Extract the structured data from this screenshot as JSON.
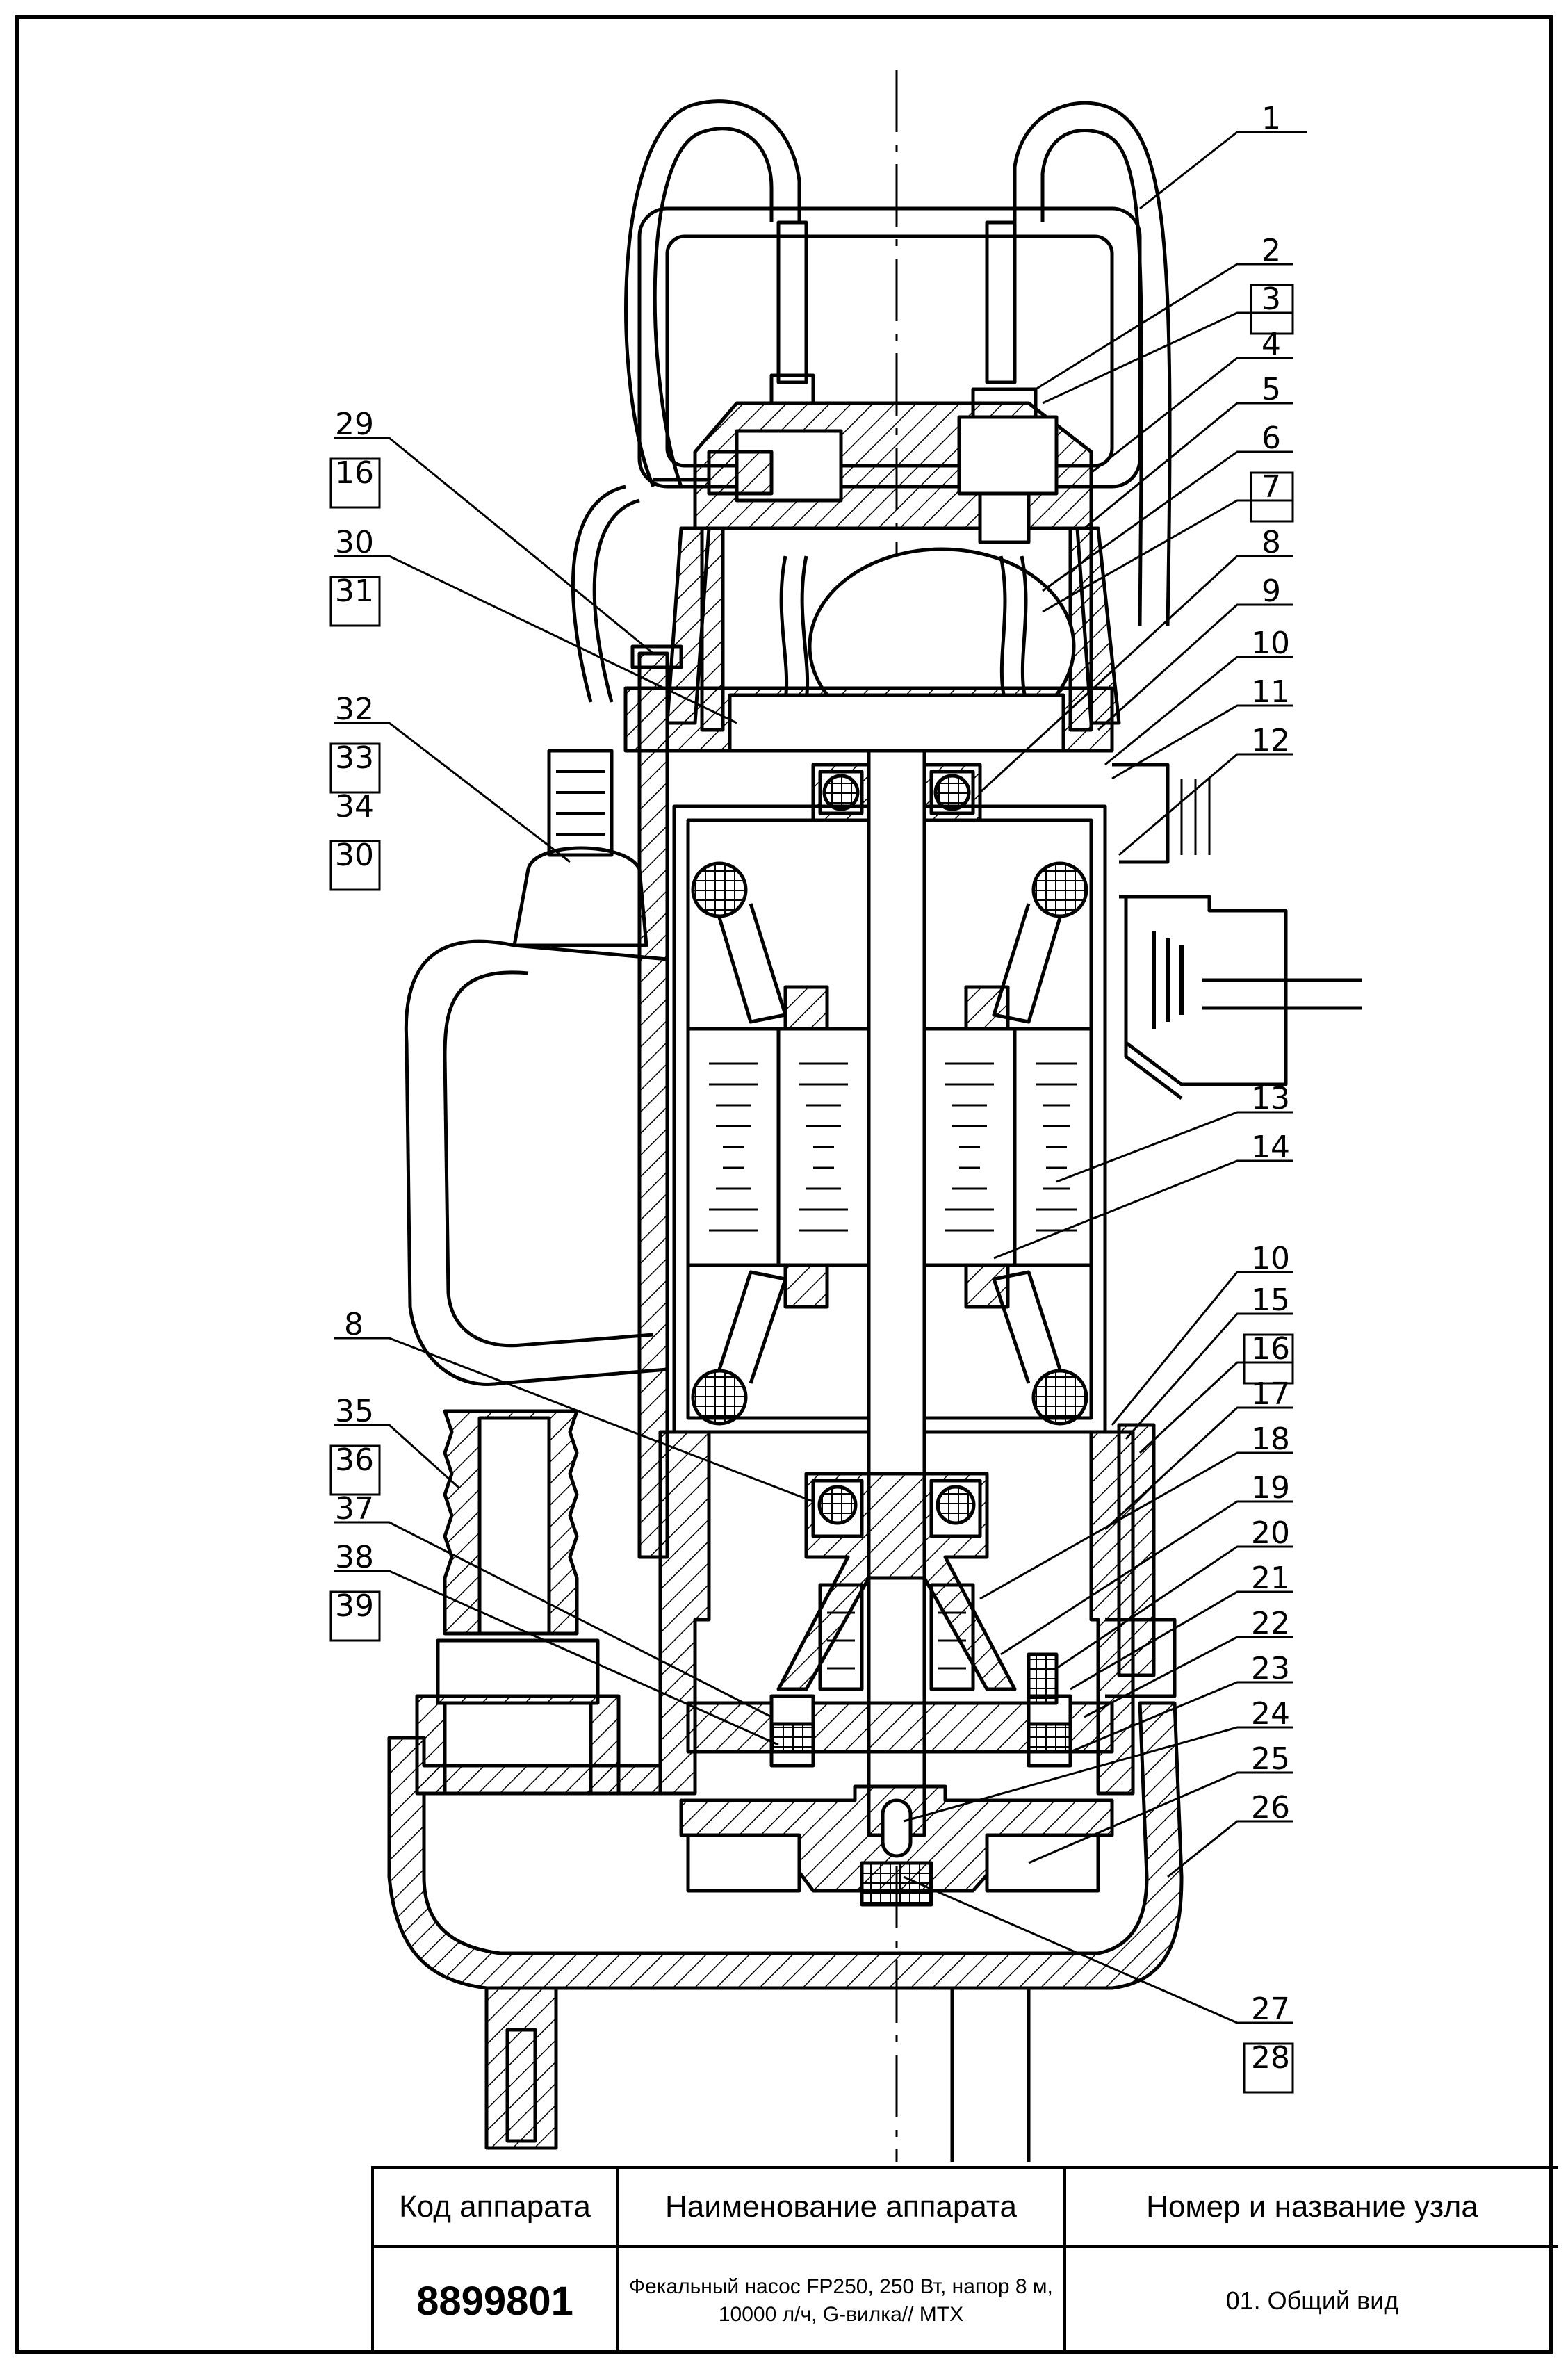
{
  "callouts": {
    "right": [
      "1",
      "2",
      "3",
      "4",
      "5",
      "6",
      "7",
      "8",
      "9",
      "10",
      "11",
      "12",
      "13",
      "14",
      "10",
      "15",
      "16",
      "17",
      "18",
      "19",
      "20",
      "21",
      "22",
      "23",
      "24",
      "25",
      "26",
      "27",
      "28"
    ],
    "left": [
      "29",
      "16",
      "30",
      "31",
      "32",
      "33",
      "34",
      "30",
      "8",
      "35",
      "36",
      "37",
      "38",
      "39"
    ]
  },
  "title_block": {
    "headers": {
      "code": "Код аппарата",
      "name": "Наименование аппарата",
      "node": "Номер и название узла"
    },
    "code": "8899801",
    "name": "Фекальный насос FP250, 250 Вт, напор 8 м, 10000 л/ч, G-вилка// MTX",
    "node": "01. Общий вид"
  }
}
